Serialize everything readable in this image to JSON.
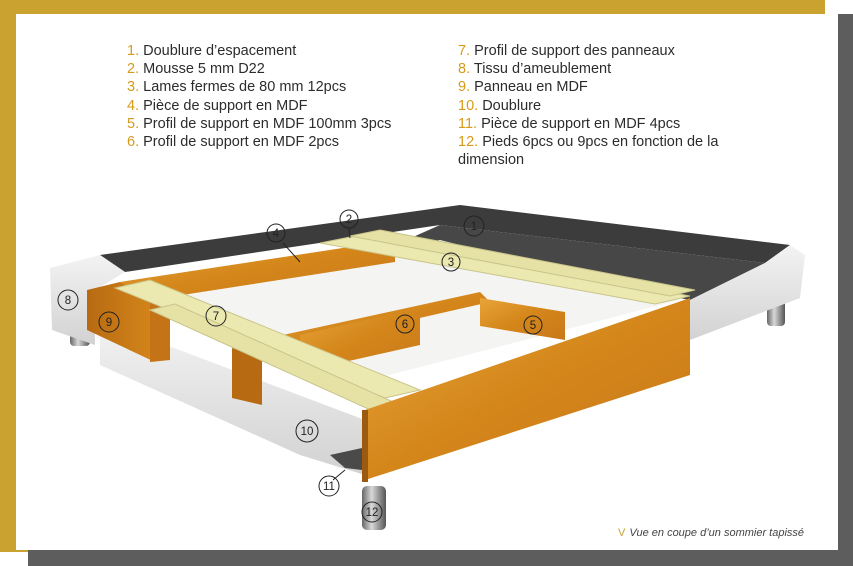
{
  "legend_left": [
    {
      "num": "1.",
      "text": "Doublure d’espacement"
    },
    {
      "num": "2.",
      "text": "Mousse 5 mm D22"
    },
    {
      "num": "3.",
      "text": "Lames fermes de 80 mm 12pcs"
    },
    {
      "num": "4.",
      "text": "Pièce de support en MDF"
    },
    {
      "num": "5.",
      "text": "Profil de support en MDF 100mm 3pcs"
    },
    {
      "num": "6.",
      "text": "Profil de support en MDF 2pcs"
    }
  ],
  "legend_right": [
    {
      "num": "7.",
      "text": "Profil de support des panneaux"
    },
    {
      "num": "8.",
      "text": "Tissu d’ameublement"
    },
    {
      "num": "9.",
      "text": "Panneau en MDF"
    },
    {
      "num": "10.",
      "text": "Doublure"
    },
    {
      "num": "11.",
      "text": "Pièce de support en MDF 4pcs"
    },
    {
      "num": "12.",
      "text": "Pieds 6pcs ou 9pcs en fonction de la dimension"
    }
  ],
  "callouts": {
    "c1": "1",
    "c2": "2",
    "c3": "3",
    "c4": "4",
    "c5": "5",
    "c6": "6",
    "c7": "7",
    "c8": "8",
    "c9": "9",
    "c10": "10",
    "c11": "11",
    "c12": "12"
  },
  "caption": {
    "mark": "V",
    "text": "Vue en coupe d’un sommier tapissé"
  },
  "colors": {
    "gold": "#c9a22f",
    "number": "#d79a1a",
    "wood": "#d88f1c",
    "slat": "#e9e6a8",
    "fabric": "#e9e9e9"
  }
}
